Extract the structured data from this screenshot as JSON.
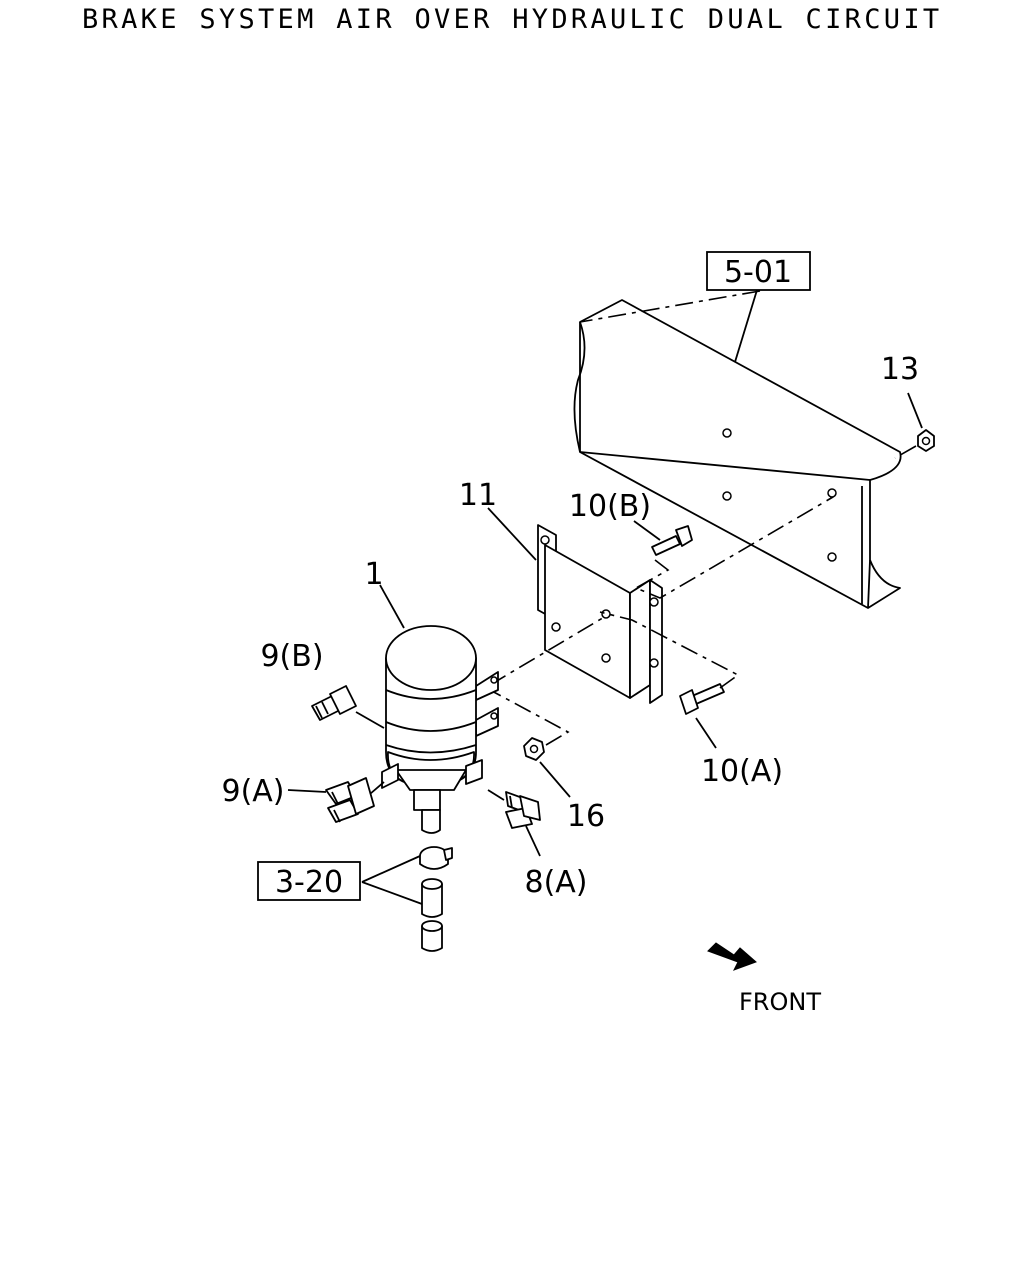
{
  "title": "BRAKE SYSTEM AIR OVER HYDRAULIC DUAL CIRCUIT",
  "callouts": {
    "ref_frame": "5-01",
    "ref_pipe": "3-20",
    "part_1": "1",
    "part_8a": "8(A)",
    "part_9a": "9(A)",
    "part_9b": "9(B)",
    "part_10a": "10(A)",
    "part_10b": "10(B)",
    "part_11": "11",
    "part_13": "13",
    "part_16": "16"
  },
  "direction": {
    "label": "FRONT",
    "icon": "front-arrow-icon"
  }
}
